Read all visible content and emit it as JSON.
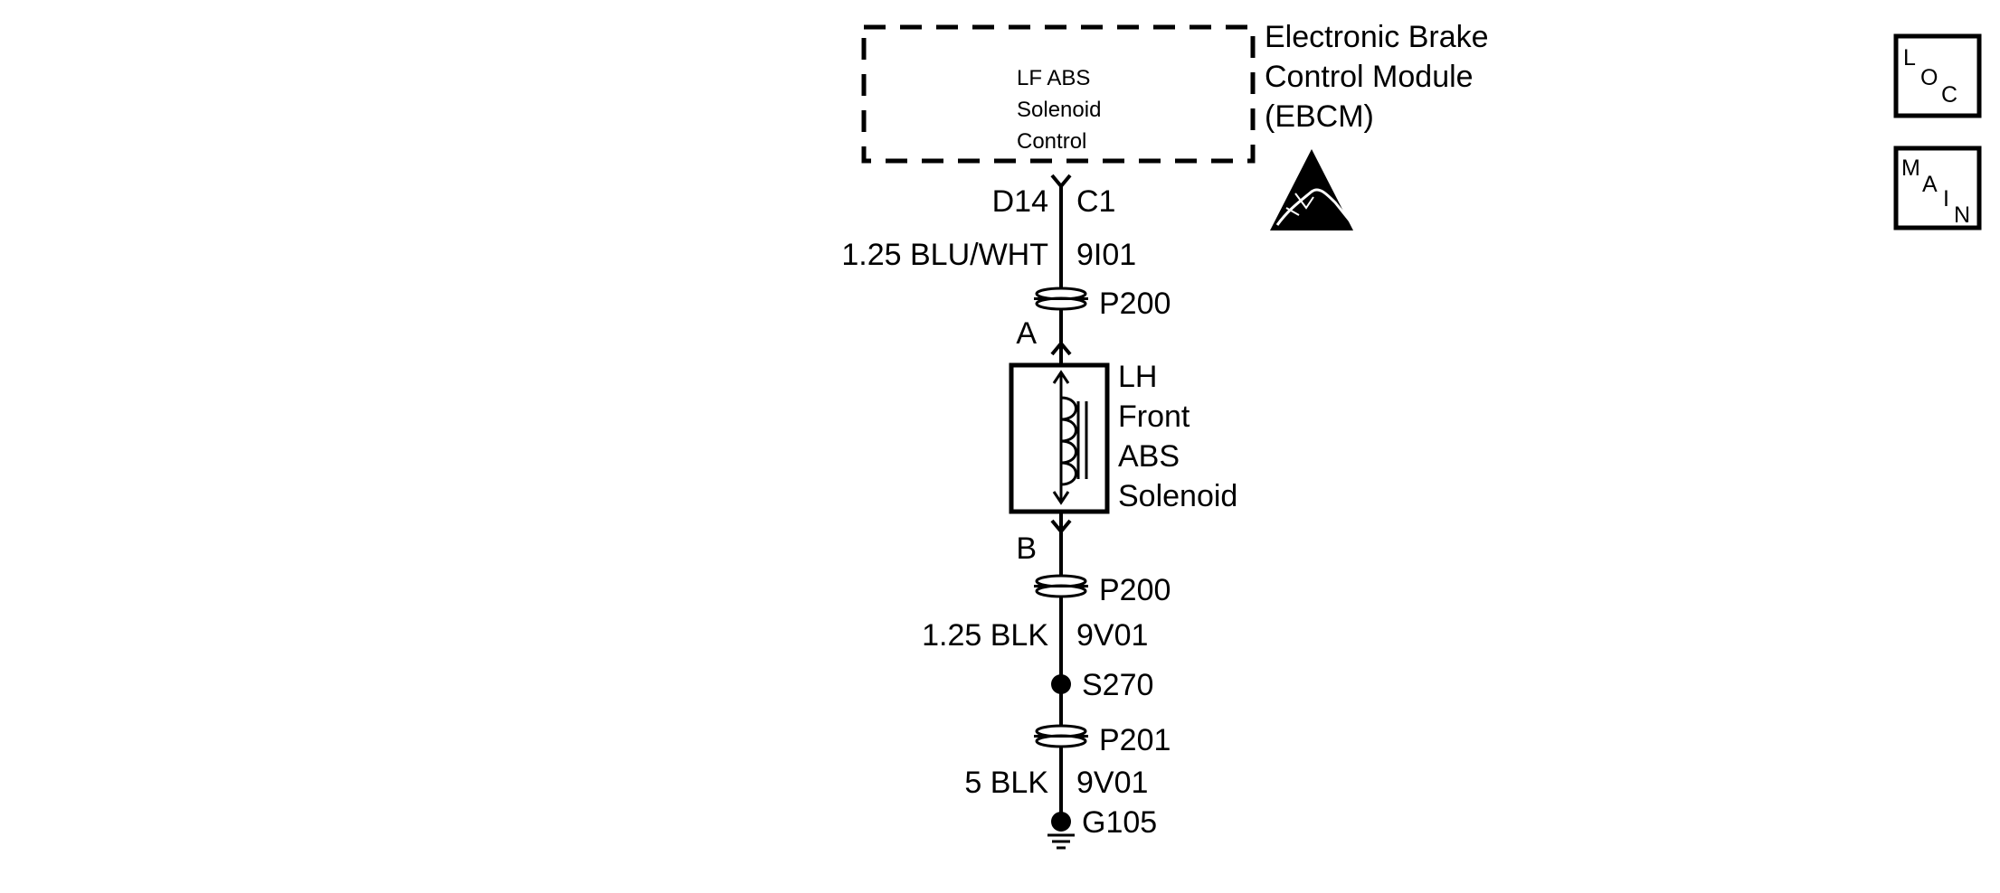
{
  "module": {
    "name_lines": [
      "Electronic Brake",
      "Control Module",
      "(EBCM)"
    ],
    "circuit_lines": [
      "LF ABS",
      "Solenoid",
      "Control"
    ]
  },
  "esd_icon": "esd-sensitive-icon",
  "connections": {
    "ebcm_pin": "D14",
    "ebcm_connector": "C1",
    "wire1_gauge_color": "1.25 BLU/WHT",
    "wire1_circuit": "9I01",
    "p200_top": "P200",
    "terminal_a": "A",
    "terminal_b": "B",
    "p200_bottom": "P200",
    "wire2_gauge_color": "1.25 BLK",
    "wire2_circuit": "9V01",
    "splice": "S270",
    "p201": "P201",
    "wire3_gauge_color": "5 BLK",
    "wire3_circuit": "9V01",
    "ground": "G105"
  },
  "solenoid": {
    "name_lines": [
      "LH",
      "Front",
      "ABS",
      "Solenoid"
    ]
  },
  "nav": {
    "loc": [
      "L",
      "O",
      "C"
    ],
    "main": [
      "M",
      "A",
      "I",
      "N"
    ]
  }
}
